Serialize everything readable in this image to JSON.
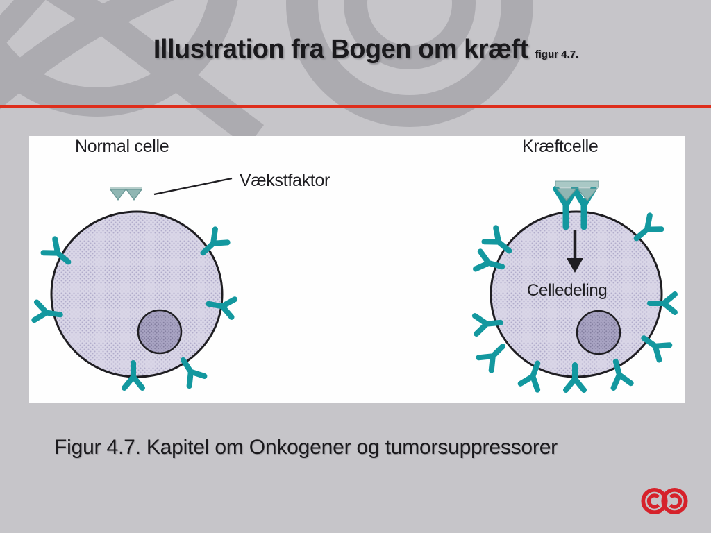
{
  "slide": {
    "title": "Illustration fra Bogen om kræft",
    "title_suffix": "figur 4.7.",
    "caption": "Figur 4.7. Kapitel om Onkogener og tumorsuppressorer"
  },
  "figure": {
    "normal_cell_label": "Normal celle",
    "cancer_cell_label": "Kræftcelle",
    "growth_factor_label": "Vækstfaktor",
    "cell_division_label": "Celledeling"
  },
  "colors": {
    "background": "#c6c5c9",
    "watermark_gray": "#acabb0",
    "accent_line_red": "#de2e1c",
    "logo_red": "#d6222b",
    "receptor_teal": "#13989f",
    "cell_fill": "#d9d6e7",
    "cell_fill_dot": "#b1accb",
    "nucleus_fill": "#a8a3c2",
    "nucleus_fill_dot": "#847fa0",
    "ligand_teal_gray": "#8fb6b3",
    "ligand_edge": "#6a9896",
    "outline_ink": "#1f1e22"
  }
}
